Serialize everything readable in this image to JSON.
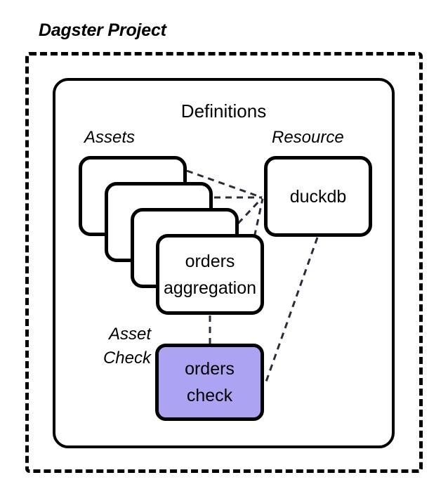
{
  "diagram": {
    "project": {
      "title": "Dagster Project"
    },
    "definitions": {
      "title": "Definitions"
    },
    "labels": {
      "assets": "Assets",
      "resource": "Resource",
      "asset_check_line1": "Asset",
      "asset_check_line2": "Check"
    },
    "nodes": {
      "asset_stack_1": "",
      "asset_stack_2": "",
      "asset_stack_3": "",
      "orders_aggregation_line1": "orders",
      "orders_aggregation_line2": "aggregation",
      "duckdb": "duckdb",
      "orders_check_line1": "orders",
      "orders_check_line2": "check"
    },
    "colors": {
      "asset_check_fill": "#aca3f2",
      "stroke": "#000000",
      "connector": "#2b2b3a",
      "background": "#ffffff"
    },
    "edges": [
      {
        "from": "asset_stack_1",
        "to": "duckdb",
        "style": "dashed"
      },
      {
        "from": "asset_stack_2",
        "to": "duckdb",
        "style": "dashed"
      },
      {
        "from": "asset_stack_3",
        "to": "duckdb",
        "style": "dashed"
      },
      {
        "from": "orders_aggregation",
        "to": "duckdb",
        "style": "dashed"
      },
      {
        "from": "orders_aggregation",
        "to": "orders_check",
        "style": "dashed"
      },
      {
        "from": "duckdb",
        "to": "orders_check",
        "style": "dashed"
      }
    ]
  }
}
